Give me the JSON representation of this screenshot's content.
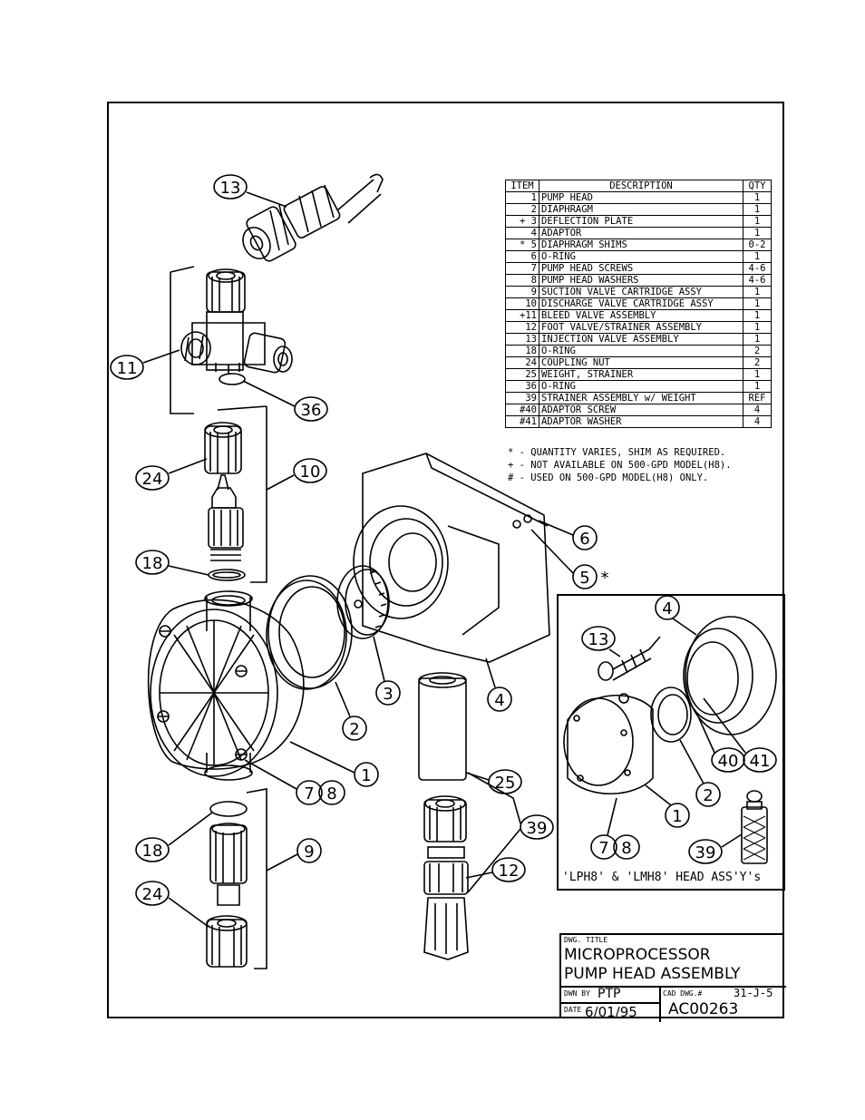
{
  "parts_table": {
    "headers": {
      "item": "ITEM",
      "description": "DESCRIPTION",
      "qty": "QTY"
    },
    "rows": [
      {
        "item": "1",
        "description": "PUMP HEAD",
        "qty": "1"
      },
      {
        "item": "2",
        "description": "DIAPHRAGM",
        "qty": "1"
      },
      {
        "item": "+ 3",
        "description": "DEFLECTION PLATE",
        "qty": "1"
      },
      {
        "item": "4",
        "description": "ADAPTOR",
        "qty": "1"
      },
      {
        "item": "* 5",
        "description": "DIAPHRAGM SHIMS",
        "qty": "0-2"
      },
      {
        "item": "6",
        "description": "O-RING",
        "qty": "1"
      },
      {
        "item": "7",
        "description": "PUMP HEAD SCREWS",
        "qty": "4-6"
      },
      {
        "item": "8",
        "description": "PUMP HEAD WASHERS",
        "qty": "4-6"
      },
      {
        "item": "9",
        "description": "SUCTION VALVE CARTRIDGE ASSY",
        "qty": "1"
      },
      {
        "item": "10",
        "description": "DISCHARGE VALVE CARTRIDGE ASSY",
        "qty": "1"
      },
      {
        "item": "+11",
        "description": "BLEED VALVE ASSEMBLY",
        "qty": "1"
      },
      {
        "item": "12",
        "description": "FOOT VALVE/STRAINER ASSEMBLY",
        "qty": "1"
      },
      {
        "item": "13",
        "description": "INJECTION VALVE ASSEMBLY",
        "qty": "1"
      },
      {
        "item": "18",
        "description": "O-RING",
        "qty": "2"
      },
      {
        "item": "24",
        "description": "COUPLING NUT",
        "qty": "2"
      },
      {
        "item": "25",
        "description": "WEIGHT, STRAINER",
        "qty": "1"
      },
      {
        "item": "36",
        "description": "O-RING",
        "qty": "1"
      },
      {
        "item": "39",
        "description": "STRAINER ASSEMBLY w/ WEIGHT",
        "qty": "REF"
      },
      {
        "item": "#40",
        "description": "ADAPTOR SCREW",
        "qty": "4"
      },
      {
        "item": "#41",
        "description": "ADAPTOR WASHER",
        "qty": "4"
      }
    ]
  },
  "notes": [
    "* - QUANTITY VARIES, SHIM AS REQUIRED.",
    "+ - NOT AVAILABLE ON 500-GPD MODEL(H8).",
    "# - USED ON 500-GPD MODEL(H8) ONLY."
  ],
  "callouts": {
    "main": [
      "13",
      "11",
      "36",
      "24",
      "10",
      "18",
      "1",
      "2",
      "3",
      "4",
      "5",
      "6",
      "7",
      "8",
      "9",
      "18",
      "24",
      "25",
      "39",
      "12"
    ],
    "five_mark": "*",
    "inset": [
      "4",
      "13",
      "2",
      "40",
      "41",
      "1",
      "7",
      "8",
      "39"
    ]
  },
  "inset_caption": "'LPH8' & 'LMH8' HEAD ASS'Y's",
  "title_block": {
    "dwg_title_label": "DWG. TITLE",
    "title_line1": "MICROPROCESSOR",
    "title_line2": "PUMP HEAD ASSEMBLY",
    "drawn_by_label": "DWN BY",
    "drawn_by": "PTP",
    "cad_label": "CAD DWG.#",
    "cad_number": "31-J-5",
    "date_label": "DATE",
    "date": "6/01/95",
    "drawing_number": "AC00263"
  }
}
